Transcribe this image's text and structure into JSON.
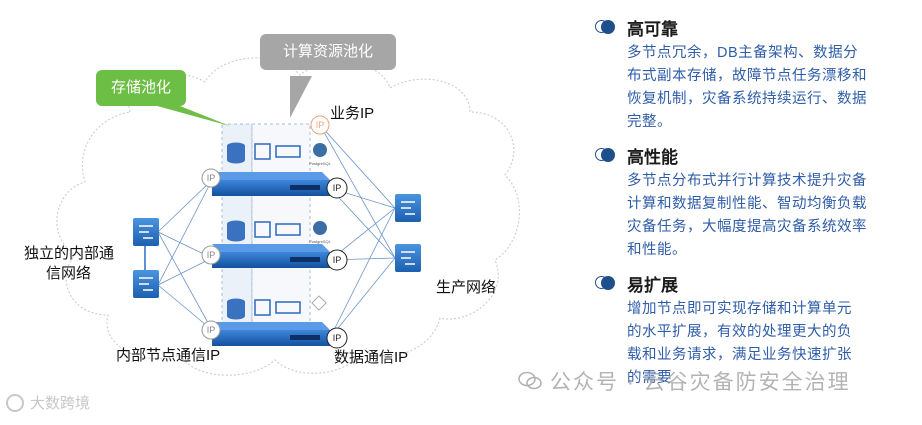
{
  "diagram": {
    "storage_pool": "存储池化",
    "compute_pool": "计算资源池化",
    "business_ip": "业务IP",
    "internal_network": [
      "独立的内部通",
      "信网络"
    ],
    "production_network": "生产网络",
    "internal_node_ip": "内部节点通信IP",
    "data_ip": "数据通信IP",
    "ip_badge": "IP",
    "pg_badge": "PostgreSQL"
  },
  "features": [
    {
      "title": "高可靠",
      "lines": [
        "多节点冗余，DB主备架构、数据分",
        "布式副本存储，故障节点任务漂移和",
        "恢复机制，灾备系统持续运行、数据",
        "完整。"
      ]
    },
    {
      "title": "高性能",
      "lines": [
        "多节点分布式并行计算技术提升灾备",
        "计算和数据复制性能、智动均衡负载",
        "灾备任务，大幅度提高灾备系统效率",
        "和性能。"
      ]
    },
    {
      "title": "易扩展",
      "lines": [
        "增加节点即可实现存储和计算单元",
        "的水平扩展，有效的处理更大的负",
        "载和业务请求，满足业务快速扩张",
        "的需要"
      ]
    }
  ],
  "watermark": "公众号 · 云谷灾备防安全治理",
  "corner_logo": "大数跨境",
  "colors": {
    "accent": "#1f4e8c",
    "desc": "#2f5da8",
    "device": "#1a5fb4",
    "green": "#6dbe45",
    "gray": "#a6a6a6"
  }
}
